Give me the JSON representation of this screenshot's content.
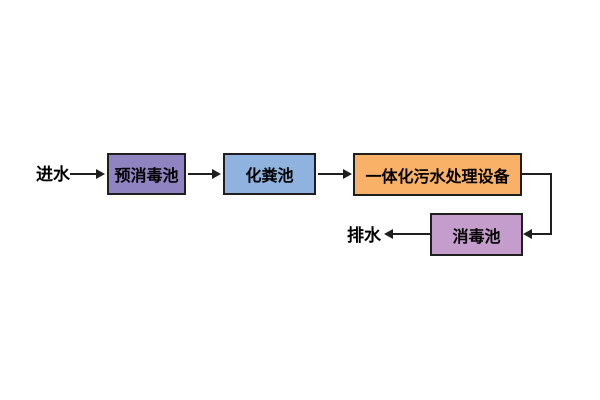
{
  "diagram": {
    "type": "flowchart",
    "background": "#ffffff",
    "line_color": "#1f1f1f",
    "text_color": "#000000",
    "nodes": [
      {
        "id": "inlet-label",
        "kind": "label",
        "label": "进水"
      },
      {
        "id": "pre-disinfection-tank",
        "kind": "process",
        "label": "预消毒池",
        "fill": "#9083C1",
        "border": "#1f1f1f"
      },
      {
        "id": "septic-tank",
        "kind": "process",
        "label": "化粪池",
        "fill": "#8FB2DE",
        "border": "#1f1f1f"
      },
      {
        "id": "integrated-sewage-treatment",
        "kind": "process",
        "label": "一体化污水处理设备",
        "fill": "#F8B167",
        "border": "#1f1f1f"
      },
      {
        "id": "disinfection-tank",
        "kind": "process",
        "label": "消毒池",
        "fill": "#C49DCD",
        "border": "#1f1f1f"
      },
      {
        "id": "outlet-label",
        "kind": "label",
        "label": "排水"
      }
    ],
    "edges": [
      {
        "from": "进水",
        "to": "预消毒池",
        "style": "straight-right"
      },
      {
        "from": "预消毒池",
        "to": "化粪池",
        "style": "straight-right"
      },
      {
        "from": "化粪池",
        "to": "一体化污水处理设备",
        "style": "straight-right"
      },
      {
        "from": "一体化污水处理设备",
        "to": "消毒池",
        "style": "elbow-right-down-left"
      },
      {
        "from": "消毒池",
        "to": "排水",
        "style": "straight-left"
      }
    ]
  }
}
